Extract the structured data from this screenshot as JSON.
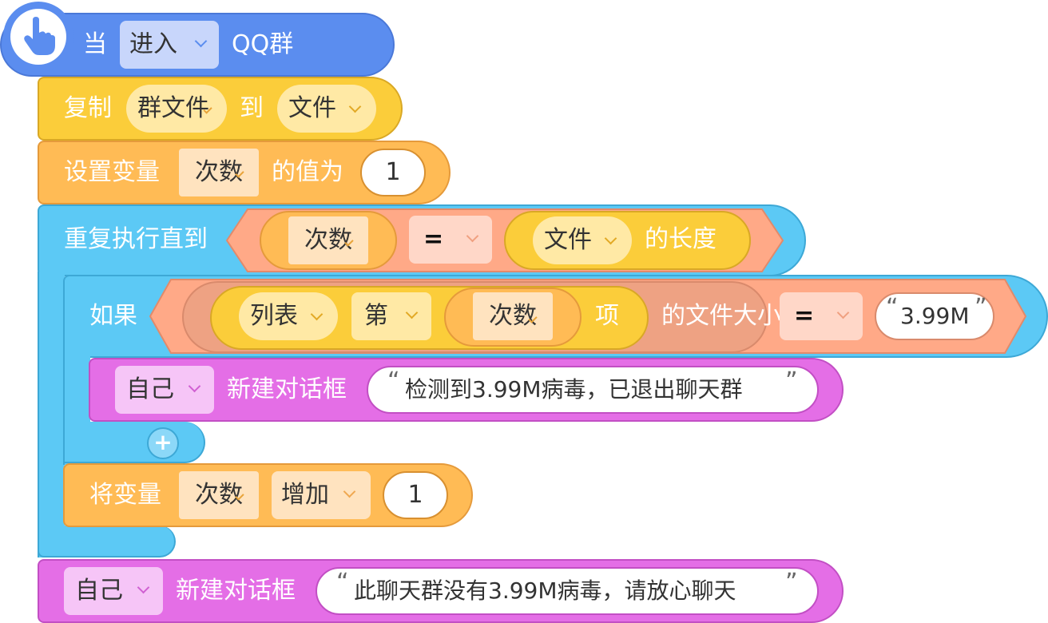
{
  "event": {
    "when_label": "当",
    "trigger_value": "进入",
    "target_label": "QQ群"
  },
  "copy_block": {
    "label": "复制",
    "source": "群文件",
    "to_label": "到",
    "dest": "文件"
  },
  "set_var": {
    "label": "设置变量",
    "var_name": "次数",
    "value_label": "的值为",
    "value": "1"
  },
  "repeat_until": {
    "label": "重复执行直到",
    "left_var": "次数",
    "operator": "=",
    "list_name": "文件",
    "length_label": "的长度"
  },
  "if_block": {
    "label": "如果",
    "list_name": "列表",
    "index_mode": "第",
    "index_var": "次数",
    "item_label": "项",
    "size_label": "的文件大小",
    "operator": "=",
    "compare_value": "3.99M"
  },
  "dialog_inner": {
    "target": "自己",
    "label": "新建对话框",
    "message": "检测到3.99M病毒，已退出聊天群"
  },
  "add_button": {
    "symbol": "+"
  },
  "change_var": {
    "label": "将变量",
    "var_name": "次数",
    "op": "增加",
    "value": "1"
  },
  "dialog_outer": {
    "target": "自己",
    "label": "新建对话框",
    "message": "此聊天群没有3.99M病毒，请放心聊天"
  },
  "colors": {
    "event": "#5b8def",
    "copy": "#fbcd3a",
    "variable": "#ffbb55",
    "control": "#5cc9f5",
    "operator": "#ffa987",
    "dialog": "#e46ee6"
  },
  "icons": {
    "event": "hand-pointer-icon"
  }
}
